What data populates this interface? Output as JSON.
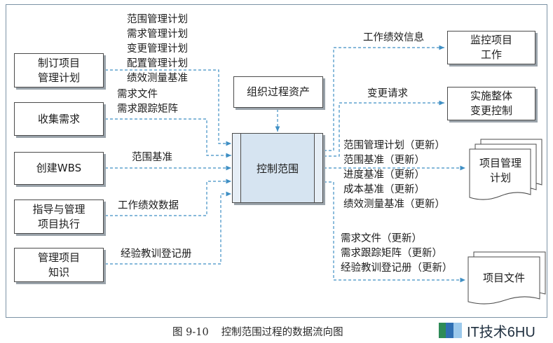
{
  "inputs": [
    {
      "label": "制订项目\n管理计划",
      "flows": "范围管理计划\n需求管理计划\n变更管理计划\n配置管理计划\n绩效测量基准"
    },
    {
      "label": "收集需求",
      "flows": "需求文件\n需求跟踪矩阵"
    },
    {
      "label": "创建WBS",
      "flows": "范围基准"
    },
    {
      "label": "指导与管理\n项目执行",
      "flows": "工作绩效数据"
    },
    {
      "label": "管理项目\n知识",
      "flows": "经验教训登记册"
    }
  ],
  "org_assets": "组织过程资产",
  "process": "控制范围",
  "outputs": [
    {
      "label": "监控项目\n工作",
      "flow": "工作绩效信息"
    },
    {
      "label": "实施整体\n变更控制",
      "flow": "变更请求"
    }
  ],
  "pm_plan": {
    "label": "项目管理\n计划",
    "flows": "范围管理计划（更新）\n范围基准（更新）\n进度基准（更新）\n成本基准（更新）\n绩效测量基准（更新）"
  },
  "project_docs": {
    "label": "项目文件",
    "flows": "需求文件（更新）\n需求跟踪矩阵（更新）\n经验教训登记册（更新）"
  },
  "caption": {
    "number": "图 9-10",
    "title": "控制范围过程的数据流向图"
  },
  "logo": "IT技术6HU",
  "colors": {
    "arrow": "#3f8fc4",
    "process_fill": "#d6e4f1",
    "box_border": "#4b4b4b",
    "frame": "#7c93a6"
  }
}
